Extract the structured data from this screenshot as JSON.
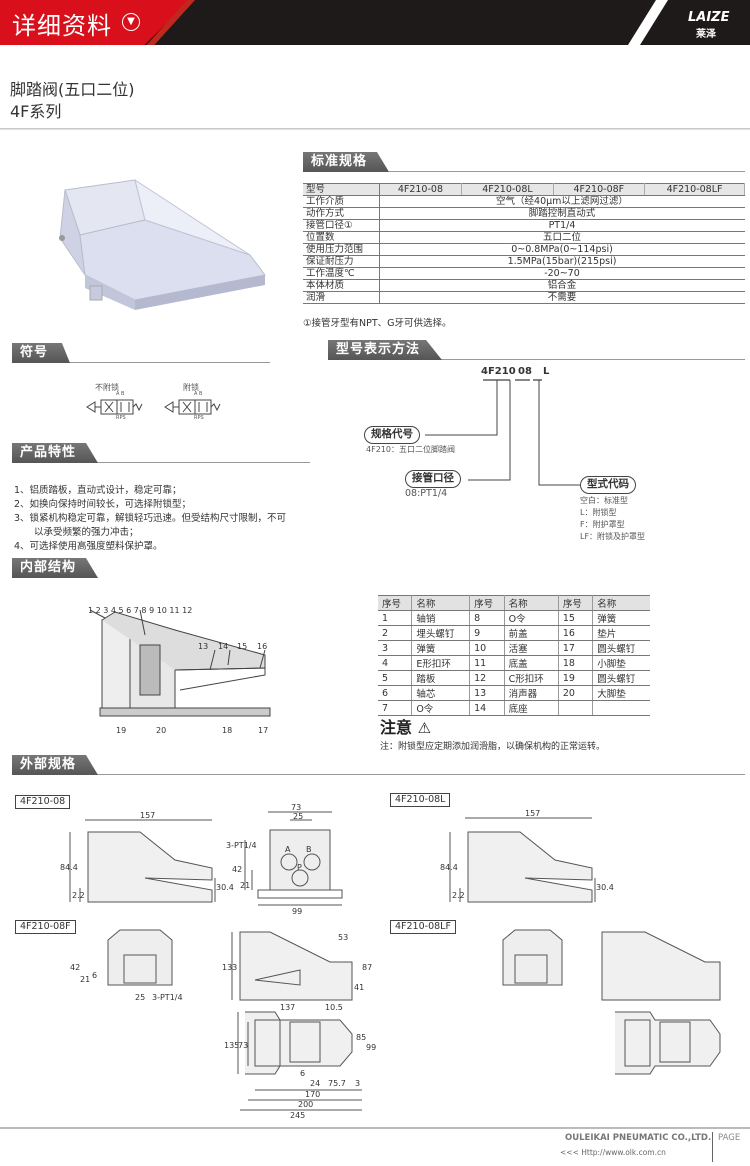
{
  "header": {
    "title": "详细资料",
    "icon": "chevron-down-circle-icon",
    "logo_en": "LAIZE",
    "logo_cn": "莱泽"
  },
  "product": {
    "title": "脚踏阀(五口二位)",
    "series": "4F系列"
  },
  "sections": {
    "spec": "标准规格",
    "symbol": "符号",
    "features": "产品特性",
    "model": "型号表示方法",
    "internal": "内部结构",
    "external": "外部规格"
  },
  "spec": {
    "headers": [
      "型号",
      "4F210-08",
      "4F210-08L",
      "4F210-08F",
      "4F210-08LF"
    ],
    "rows": [
      {
        "label": "工作介质",
        "value": "空气（经40μm以上滤网过滤）"
      },
      {
        "label": "动作方式",
        "value": "脚踏控制直动式"
      },
      {
        "label": "接管口径①",
        "value": "PT1/4"
      },
      {
        "label": "位置数",
        "value": "五口二位"
      },
      {
        "label": "使用压力范围",
        "value": "0~0.8MPa(0~114psi)"
      },
      {
        "label": "保证耐压力",
        "value": "1.5MPa(15bar)(215psi)"
      },
      {
        "label": "工作温度℃",
        "value": "-20~70"
      },
      {
        "label": "本体材质",
        "value": "铝合金"
      },
      {
        "label": "润滑",
        "value": "不需要"
      }
    ],
    "note": "①接管牙型有NPT、G牙可供选择。"
  },
  "symbols": {
    "no_lock": "不附锁",
    "lock": "附锁",
    "ports_top": "A B",
    "ports_bottom": "RPS"
  },
  "features": [
    "1、铝质踏板，直动式设计，稳定可靠；",
    "2、如换向保持时间较长，可选择附锁型；",
    "3、锁紧机构稳定可靠，解锁轻巧迅速。但受结构尺寸限制，不可",
    "以承受频繁的强力冲击；",
    "4、可选择使用高强度塑料保护罩。"
  ],
  "model": {
    "code": "4F210",
    "port": "08",
    "type": "L",
    "spec_label": "规格代号",
    "spec_desc": "4F210：五口二位脚踏阀",
    "port_label": "接管口径",
    "port_desc": "08:PT1/4",
    "type_label": "型式代码",
    "type_desc": [
      "空白：标准型",
      "L：附锁型",
      "F：附护罩型",
      "LF：附锁及护罩型"
    ]
  },
  "internal": {
    "labels_top": "1 2 3 4   5 6 7 8 9 10 11 12",
    "n13": "13",
    "n14": "14",
    "n15": "15",
    "n16": "16",
    "n19": "19",
    "n20": "20",
    "n18": "18",
    "n17": "17"
  },
  "parts": {
    "headers": [
      "序号",
      "名称",
      "序号",
      "名称",
      "序号",
      "名称"
    ],
    "rows": [
      [
        "1",
        "轴销",
        "8",
        "O令",
        "15",
        "弹簧"
      ],
      [
        "2",
        "埋头螺钉",
        "9",
        "前盖",
        "16",
        "垫片"
      ],
      [
        "3",
        "弹簧",
        "10",
        "活塞",
        "17",
        "圆头螺钉"
      ],
      [
        "4",
        "E形扣环",
        "11",
        "底盖",
        "18",
        "小脚垫"
      ],
      [
        "5",
        "踏板",
        "12",
        "C形扣环",
        "19",
        "圆头螺钉"
      ],
      [
        "6",
        "轴芯",
        "13",
        "消声器",
        "20",
        "大脚垫"
      ],
      [
        "7",
        "O令",
        "14",
        "底座",
        "",
        ""
      ]
    ]
  },
  "warning": {
    "title": "注意",
    "icon": "warning-triangle-icon",
    "note": "注：附锁型应定期添加润滑脂，以确保机构的正常运转。"
  },
  "external": {
    "m08": {
      "name": "4F210-08",
      "d157": "157",
      "d84": "84.4",
      "d22": "2.2",
      "d304": "30.4",
      "d73": "73",
      "d25": "25",
      "port": "3-PT1/4",
      "d42": "42",
      "d21": "21",
      "d99": "99",
      "pA": "A",
      "pB": "B",
      "pP": "P"
    },
    "m08l": {
      "name": "4F210-08L",
      "d157": "157",
      "d84": "84.4",
      "d22": "2.2",
      "d304": "30.4"
    },
    "m08f": {
      "name": "4F210-08F",
      "d42": "42",
      "d21": "21",
      "d6": "6",
      "d25": "25",
      "port": "3-PT1/4",
      "d133": "133",
      "d53": "53",
      "d87": "87",
      "d41": "41",
      "d137": "137",
      "d105": "10.5",
      "d135": "135",
      "d73": "73",
      "d85": "85",
      "d99": "99",
      "d6b": "6",
      "d24": "24",
      "d757": "75.7",
      "d3": "3",
      "d170": "170",
      "d200": "200",
      "d245": "245"
    },
    "m08lf": {
      "name": "4F210-08LF"
    }
  },
  "footer": {
    "company": "OULEIKAI PNEUMATIC CO.,LTD.",
    "url": "<<< Http://www.olk.com.cn",
    "page": "PAGE"
  }
}
